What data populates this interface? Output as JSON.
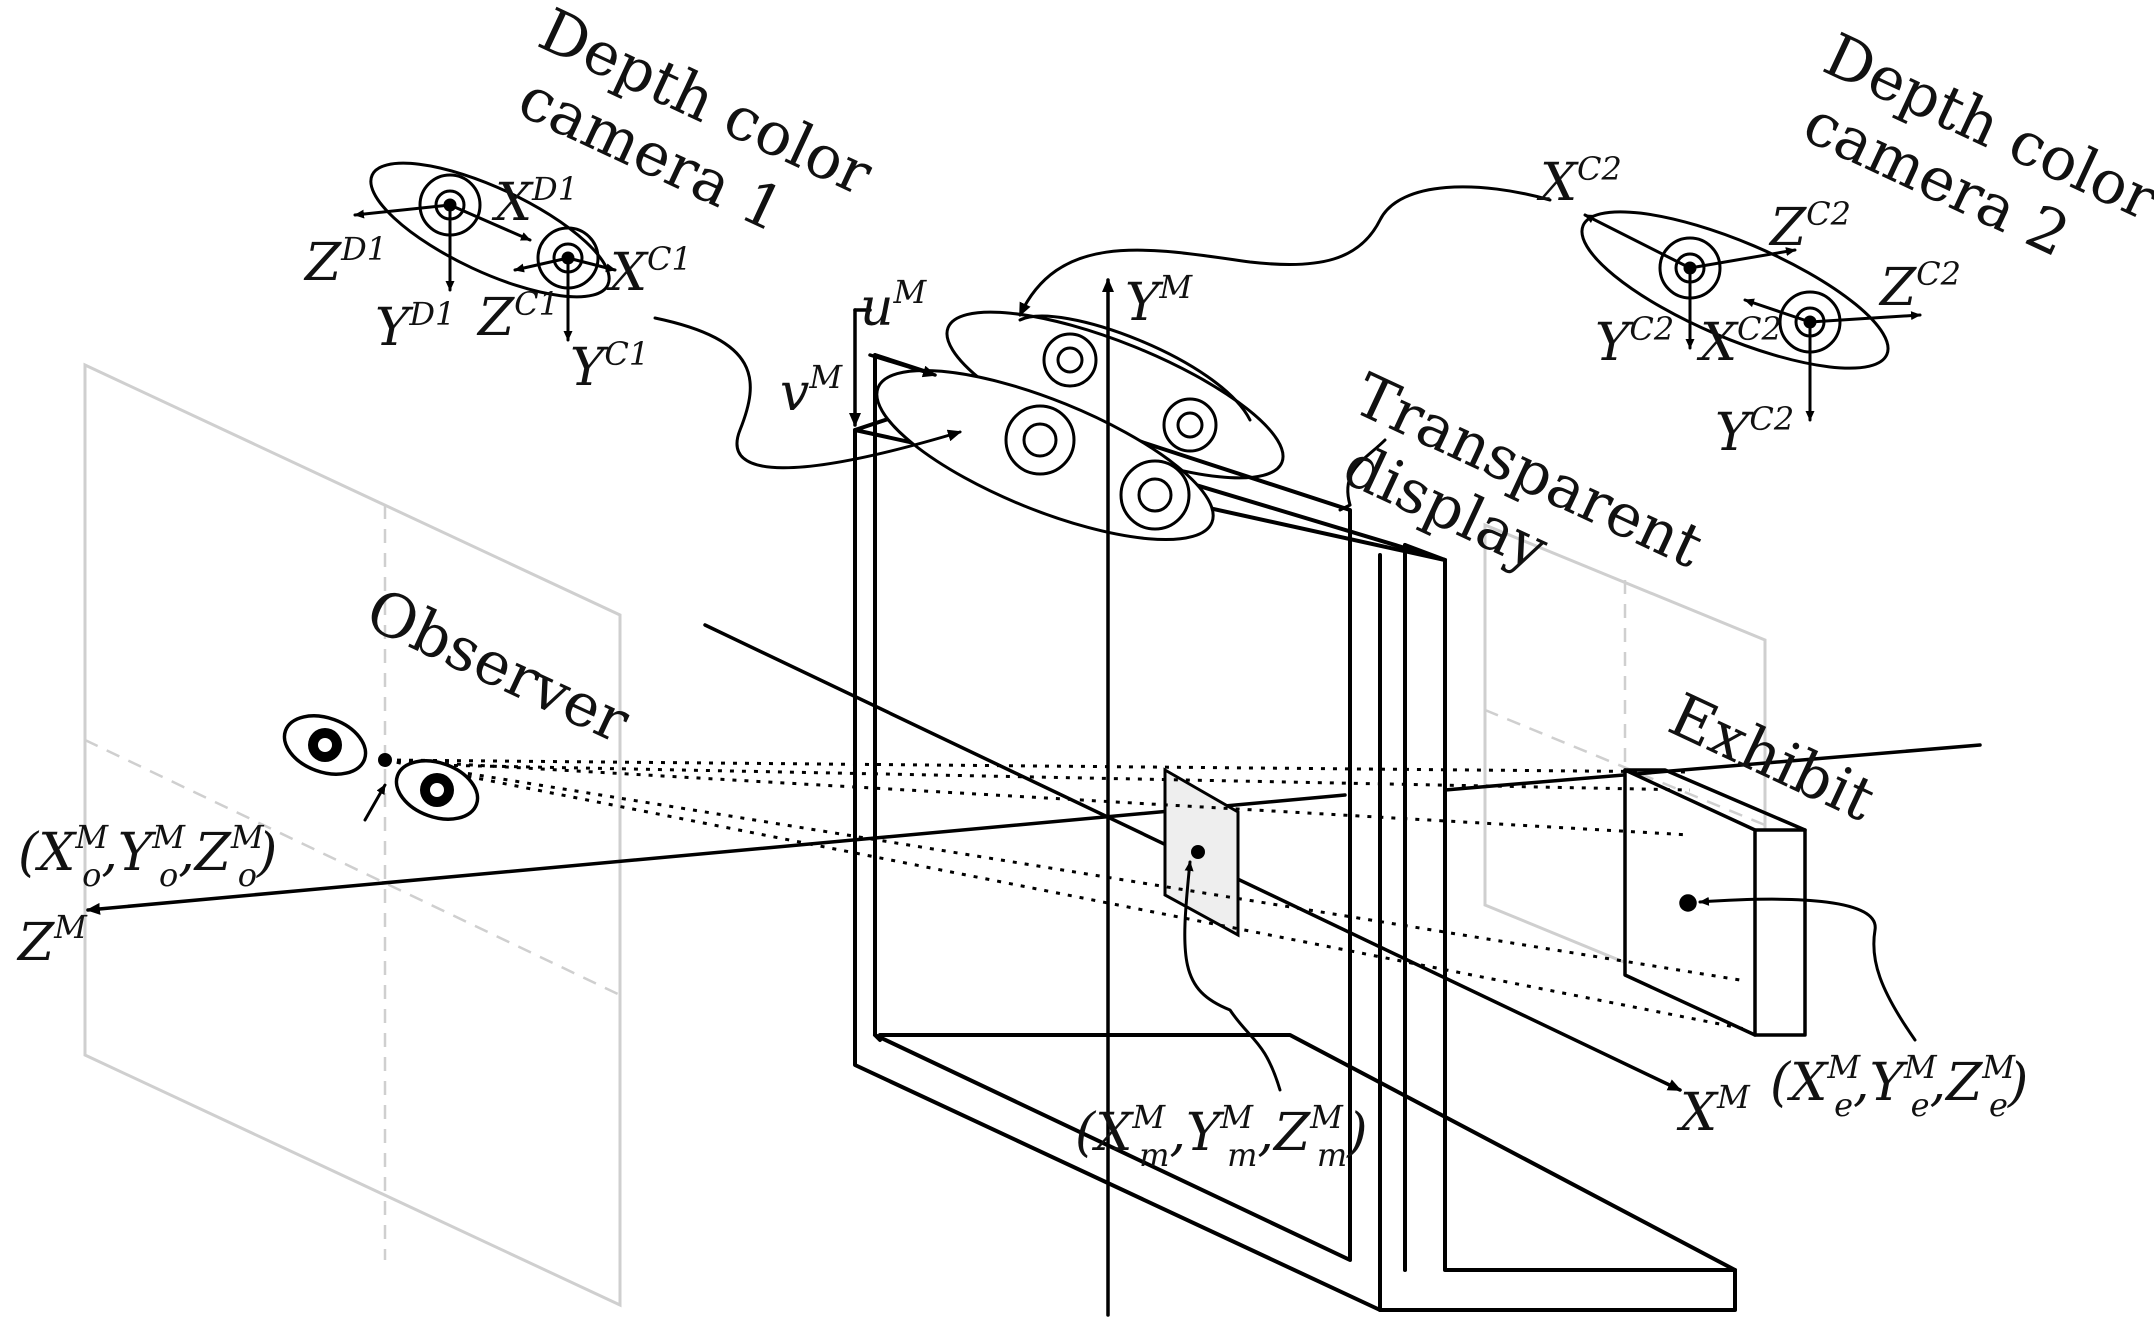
{
  "labels": {
    "camera1": [
      "Depth color",
      "camera 1"
    ],
    "camera2": [
      "Depth color",
      "camera 2"
    ],
    "display": [
      "Transparent",
      "display"
    ],
    "observer": "Observer",
    "exhibit": "Exhibit"
  },
  "axes": {
    "u": {
      "base": "u",
      "sup": "M"
    },
    "v": {
      "base": "v",
      "sup": "M"
    },
    "Y": {
      "base": "Y",
      "sup": "M"
    },
    "Z": {
      "base": "Z",
      "sup": "M"
    },
    "X": {
      "base": "X",
      "sup": "M"
    }
  },
  "camera1_axes": {
    "XD1": {
      "base": "X",
      "sup": "D1"
    },
    "ZD1": {
      "base": "Z",
      "sup": "D1"
    },
    "YD1": {
      "base": "Y",
      "sup": "D1"
    },
    "XC1": {
      "base": "X",
      "sup": "C1"
    },
    "ZC1": {
      "base": "Z",
      "sup": "C1"
    },
    "YC1": {
      "base": "Y",
      "sup": "C1"
    }
  },
  "camera2_axes": {
    "XC2a": {
      "base": "X",
      "sup": "C2"
    },
    "ZC2a": {
      "base": "Z",
      "sup": "C2"
    },
    "ZC2b": {
      "base": "Z",
      "sup": "C2"
    },
    "YC2a": {
      "base": "Y",
      "sup": "C2"
    },
    "XC2b": {
      "base": "X",
      "sup": "C2"
    },
    "YC2b": {
      "base": "Y",
      "sup": "C2"
    }
  },
  "points": {
    "observer": {
      "open": "(",
      "close": ")",
      "comma": ",",
      "x": "X",
      "y": "Y",
      "z": "Z",
      "sub": "o",
      "sup": "M"
    },
    "display_point": {
      "open": "(",
      "close": ")",
      "comma": ",",
      "x": "X",
      "y": "Y",
      "z": "Z",
      "sub": "m",
      "sup": "M"
    },
    "exhibit_point": {
      "open": "(",
      "close": ")",
      "comma": ",",
      "x": "X",
      "y": "Y",
      "z": "Z",
      "sub": "e",
      "sup": "M"
    }
  }
}
